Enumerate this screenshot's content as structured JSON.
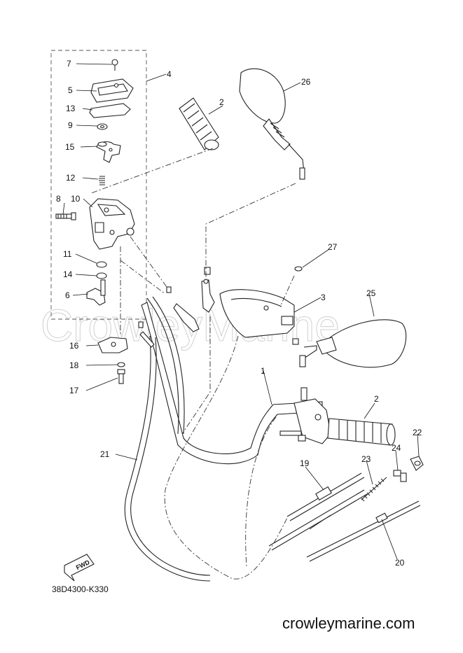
{
  "watermark": "CrowleyMarine",
  "footer_url": "crowleymarine.com",
  "diagram_code": "38D4300-K330",
  "fwd_label": "FWD",
  "callouts": {
    "c1": "1",
    "c2a": "2",
    "c2b": "2",
    "c3": "3",
    "c4": "4",
    "c5": "5",
    "c6": "6",
    "c7": "7",
    "c8": "8",
    "c9": "9",
    "c10": "10",
    "c11": "11",
    "c12": "12",
    "c13": "13",
    "c14": "14",
    "c15": "15",
    "c16": "16",
    "c17": "17",
    "c18": "18",
    "c19": "19",
    "c20": "20",
    "c21": "21",
    "c22": "22",
    "c23": "23",
    "c24": "24",
    "c25": "25",
    "c26": "26",
    "c27": "27"
  }
}
